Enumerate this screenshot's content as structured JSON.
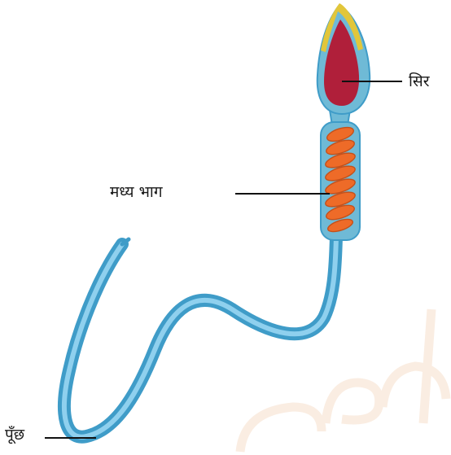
{
  "labels": {
    "head": "सिर",
    "midpiece": "मध्य भाग",
    "tail": "पूँछ"
  },
  "colors": {
    "tail_outer": "#3f9cc8",
    "tail_inner": "#8fd0ee",
    "acrosome": "#e2c63a",
    "nucleus": "#b01f3a",
    "head_body": "#6fbad6",
    "mitochondria": "#ee6b28",
    "leader_line": "#111111",
    "watermark": "#f6dfcc"
  }
}
